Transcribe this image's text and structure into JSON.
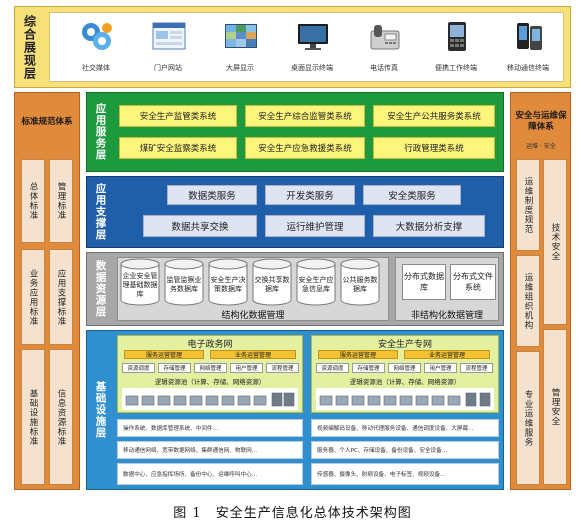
{
  "top": {
    "label": "综合展现层",
    "terminals": [
      {
        "label": "社交媒体",
        "icon": "social-media-icon"
      },
      {
        "label": "门户网站",
        "icon": "portal-website-icon"
      },
      {
        "label": "大屏显示",
        "icon": "large-screen-icon"
      },
      {
        "label": "桌面显示终端",
        "icon": "desktop-monitor-icon"
      },
      {
        "label": "电话传真",
        "icon": "fax-phone-icon"
      },
      {
        "label": "便携工作终端",
        "icon": "portable-terminal-icon"
      },
      {
        "label": "移动通信终端",
        "icon": "mobile-phone-icon"
      }
    ]
  },
  "left": {
    "title": "标准规范体系",
    "boxes": [
      "总体标准",
      "管理标准",
      "业务应用标准",
      "应用支撑标准",
      "基础设施标准",
      "信息资源标准"
    ]
  },
  "right": {
    "title": "安全与运维保障体系",
    "subtitle": "运维 · 安全",
    "ops": [
      "运维制度规范",
      "运维组织机构",
      "专业运维服务"
    ],
    "sec": [
      "技术安全",
      "管理安全"
    ]
  },
  "app": {
    "title": "应用服务层",
    "systems": [
      "安全生产监管类系统",
      "安全生产综合监管类系统",
      "安全生产公共服务类系统",
      "煤矿安全监察类系统",
      "安全生产应急救援类系统",
      "行政管理类系统"
    ]
  },
  "support": {
    "title": "应用支撑层",
    "row1": [
      "数据类服务",
      "开发类服务",
      "安全类服务"
    ],
    "row2": [
      "数据共享交换",
      "运行维护管理",
      "大数据分析支撑"
    ]
  },
  "data": {
    "title": "数据资源层",
    "structured": [
      "企业安全管理基础数据库",
      "监管监察业务数据库",
      "安全生产决策数据库",
      "交换共享数据库",
      "安全生产应急信息库",
      "公共服务数据库"
    ],
    "structured_label": "结构化数据管理",
    "unstructured": [
      "分布式数据库",
      "分布式文件系统"
    ],
    "unstructured_label": "非结构化数据管理"
  },
  "infra": {
    "title": "基础设施层",
    "nets": [
      {
        "title": "电子政务网",
        "tags": [
          "服务运营管理",
          "业务运营管理"
        ],
        "subs": [
          "资源调度",
          "存储管理",
          "网络管理",
          "用户管理",
          "流程管理"
        ],
        "pool": "逻辑资源池（计算、存储、网络资源）"
      },
      {
        "title": "安全生产专网",
        "tags": [
          "服务运营管理",
          "业务运营管理"
        ],
        "subs": [
          "资源调度",
          "存储管理",
          "网络管理",
          "用户管理",
          "流程管理"
        ],
        "pool": "逻辑资源池（计算、存储、网络资源）"
      }
    ],
    "rows_left": [
      "操作系统、数据库管理系统、中间件…",
      "移动通信网络、宽带数据网络、集群通信网、物联网…",
      "数据中心、应急指挥场所、备份中心、运维呼叫中心…"
    ],
    "rows_right": [
      "视频编解码设备、移动代理服务设备、通信调度设备、大屏幕…",
      "服务器、个人PC、存储设备、备份设备、安全设备…",
      "传感器、摄像头、射频设备、电子标签、视频设备…"
    ]
  },
  "caption": "图 1　安全生产信息化总体技术架构图"
}
